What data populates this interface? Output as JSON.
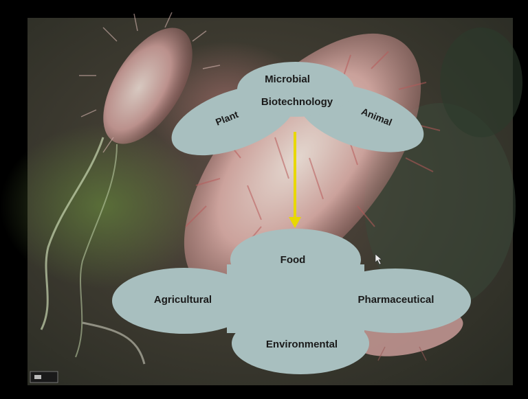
{
  "top_cluster": {
    "center_line1": "Microbial",
    "center_line2": "Biotechnology",
    "left": "Plant",
    "right": "Animal"
  },
  "bottom_cluster": {
    "top": "Food",
    "left": "Agricultural",
    "right": "Pharmaceutical",
    "bottom": "Environmental"
  },
  "colors": {
    "ellipse_fill": "#a8bfbf",
    "arrow": "#e8d800",
    "frame": "#000000"
  }
}
